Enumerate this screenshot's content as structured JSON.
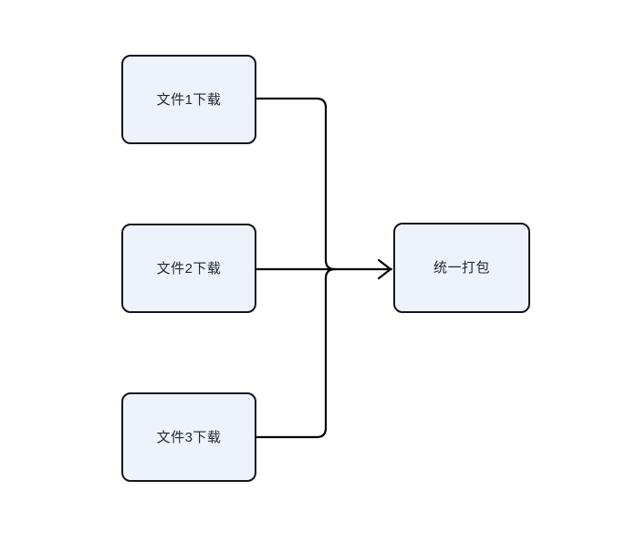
{
  "diagram": {
    "type": "flowchart",
    "background_color": "#ffffff",
    "node_fill_color": "#eef2fa",
    "node_border_color": "#141619",
    "text_color": "#24292e",
    "edge_color": "#000000",
    "nodes": [
      {
        "id": "file1",
        "label": "文件1下载"
      },
      {
        "id": "file2",
        "label": "文件2下载"
      },
      {
        "id": "file3",
        "label": "文件3下载"
      },
      {
        "id": "pack",
        "label": "统一打包"
      }
    ],
    "edges": [
      {
        "from": "file1",
        "to": "pack",
        "style": "orthogonal-rounded",
        "arrowhead": "open"
      },
      {
        "from": "file2",
        "to": "pack",
        "style": "straight",
        "arrowhead": "open"
      },
      {
        "from": "file3",
        "to": "pack",
        "style": "orthogonal-rounded",
        "arrowhead": "open"
      }
    ]
  }
}
